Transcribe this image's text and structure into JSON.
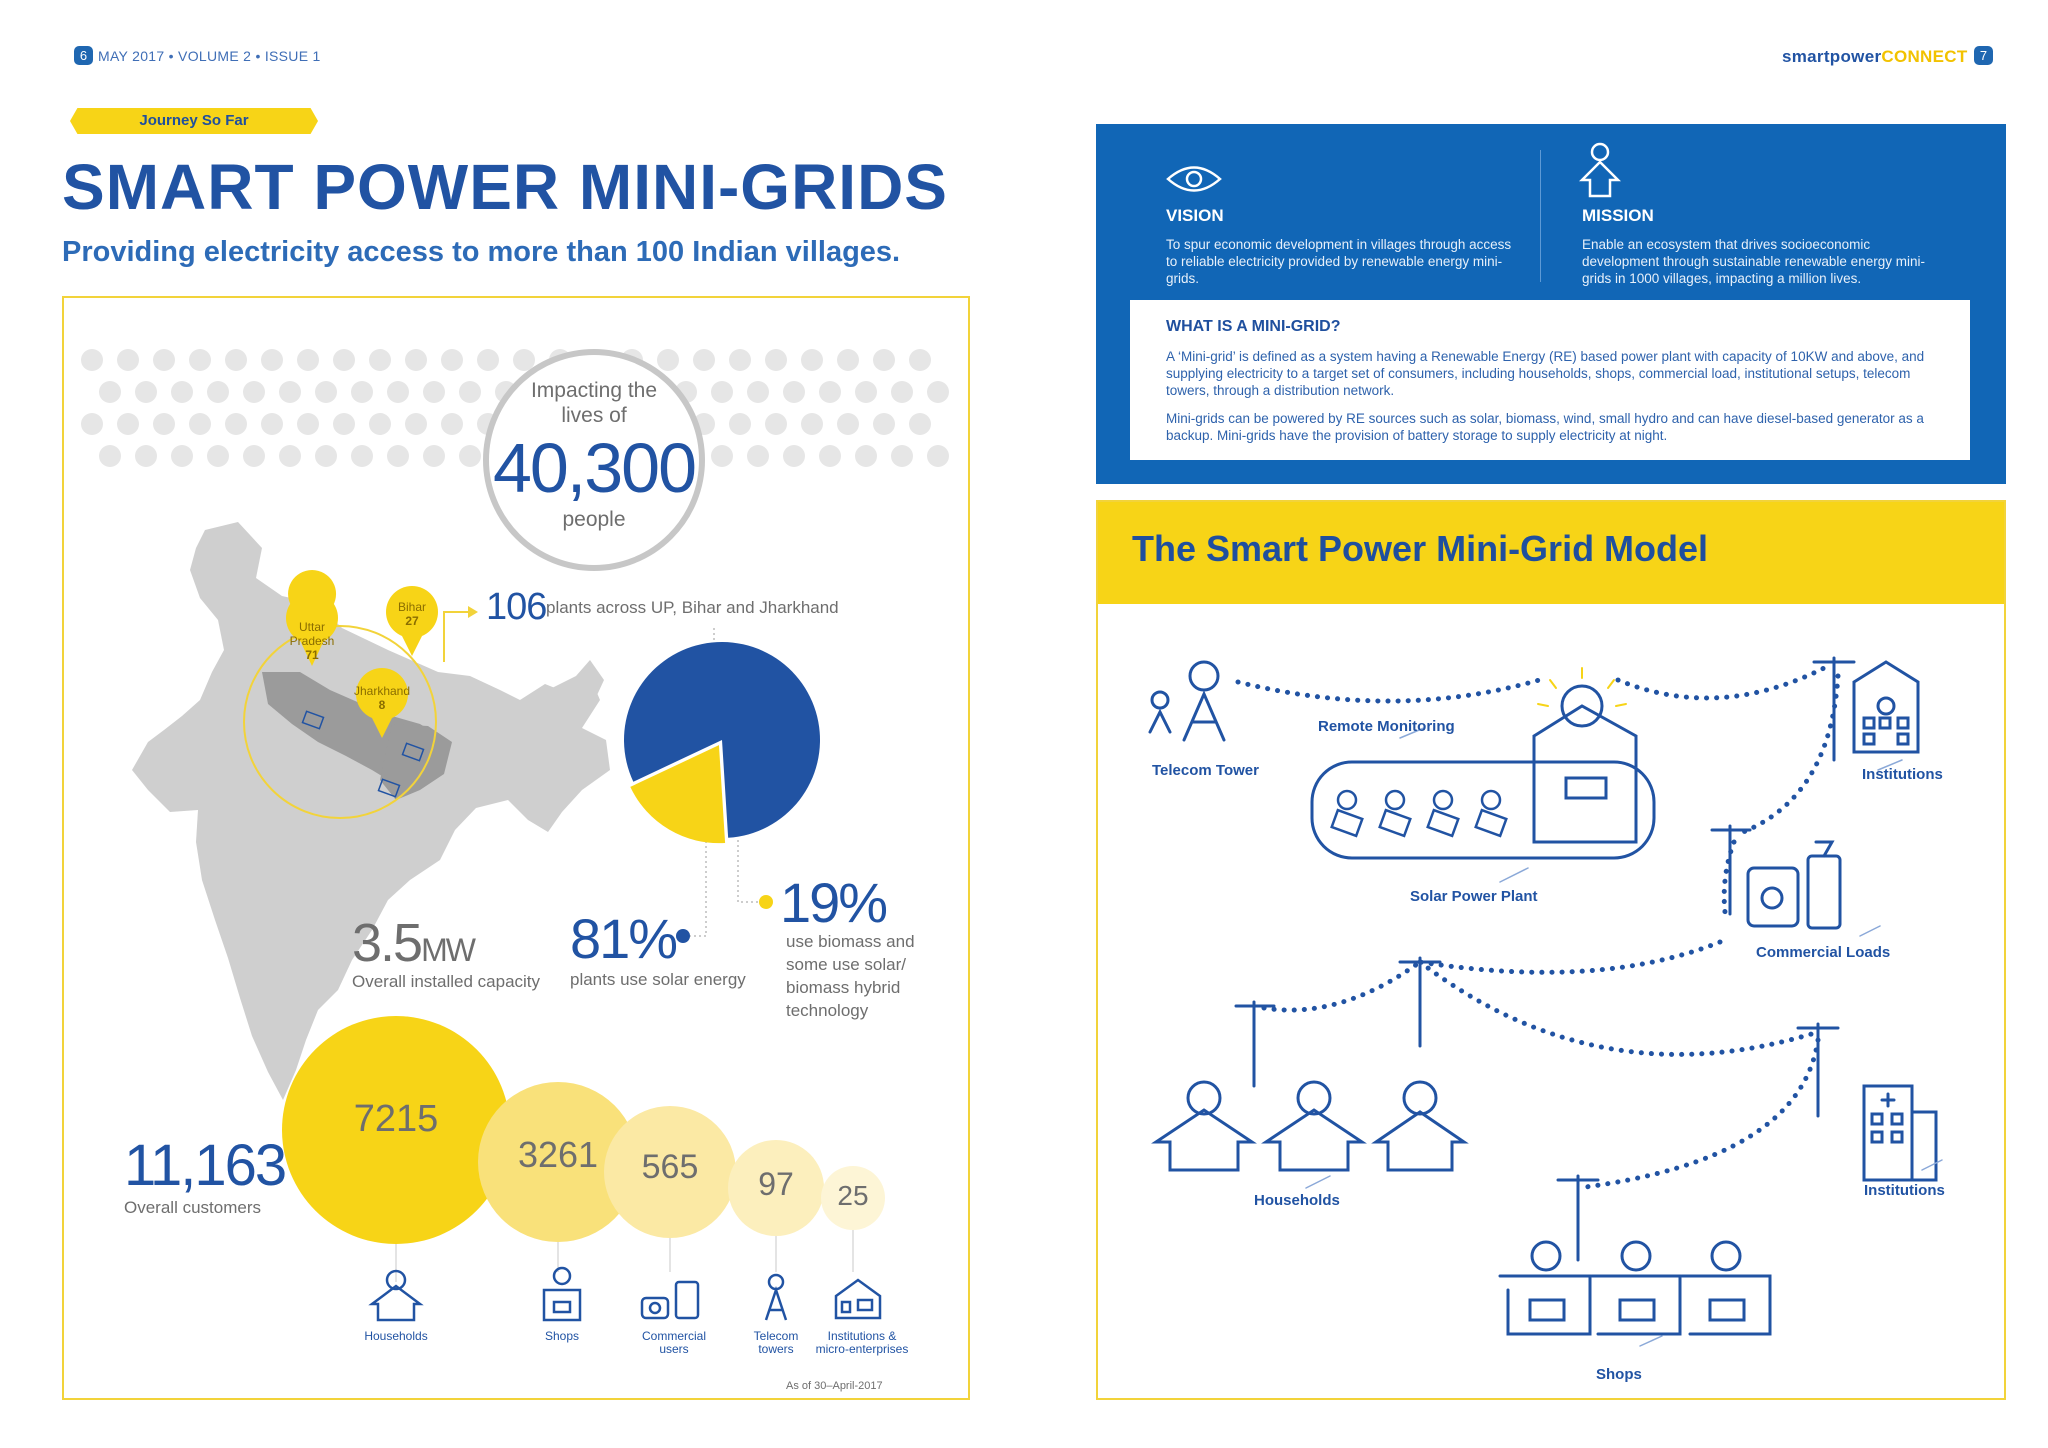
{
  "header": {
    "left_page_number": "6",
    "issue_line": "MAY 2017 • VOLUME 2 • ISSUE 1",
    "brand_part1": "smartpower",
    "brand_part2": "CONNECT",
    "right_page_number": "7"
  },
  "left": {
    "tag": "Journey So Far",
    "title": "SMART POWER MINI-GRIDS",
    "subtitle": "Providing electricity access to more than 100 Indian villages.",
    "impact": {
      "line1": "Impacting the",
      "line2": "lives of",
      "number": "40,300",
      "line3": "people"
    },
    "states": [
      {
        "name_l1": "Uttar",
        "name_l2": "Pradesh",
        "count": "71"
      },
      {
        "name_l1": "Bihar",
        "name_l2": "",
        "count": "27"
      },
      {
        "name_l1": "Jharkhand",
        "name_l2": "",
        "count": "8"
      }
    ],
    "plants": {
      "number": "106",
      "text": "plants across UP, Bihar and Jharkhand"
    },
    "capacity": {
      "number": "3.5",
      "unit": "MW",
      "text": "Overall installed capacity"
    },
    "solar": {
      "percent": "81%",
      "text": "plants use solar energy"
    },
    "biomass": {
      "percent": "19%",
      "text_l1": "use biomass and",
      "text_l2": "some use solar/",
      "text_l3": "biomass hybrid",
      "text_l4": "technology"
    },
    "customers": {
      "number": "11,163",
      "text": "Overall customers"
    },
    "segments": [
      {
        "value": "7215",
        "label_l1": "Households",
        "label_l2": ""
      },
      {
        "value": "3261",
        "label_l1": "Shops",
        "label_l2": ""
      },
      {
        "value": "565",
        "label_l1": "Commercial",
        "label_l2": "users"
      },
      {
        "value": "97",
        "label_l1": "Telecom",
        "label_l2": "towers"
      },
      {
        "value": "25",
        "label_l1": "Institutions &",
        "label_l2": "micro-enterprises"
      }
    ],
    "as_of": "As of 30–April-2017"
  },
  "chart_data": {
    "type": "pie",
    "categories": [
      "plants use solar energy",
      "use biomass and some use solar/biomass hybrid technology"
    ],
    "values": [
      81,
      19
    ],
    "colors": [
      "#2153a3",
      "#f7d417"
    ]
  },
  "right": {
    "vision_title": "VISION",
    "vision_text": "To spur economic development in villages through access to reliable electricity provided by renewable energy mini-grids.",
    "mission_title": "MISSION",
    "mission_text": "Enable an ecosystem that drives socioeconomic development through sustainable renewable energy mini-grids in 1000 villages, impacting a million lives.",
    "what_title": "WHAT IS A MINI-GRID?",
    "what_p1": "A ‘Mini-grid’ is defined as a system having a Renewable Energy (RE) based power plant with capacity of 10KW and above, and supplying electricity to a target set of consumers, including households, shops, commercial load, institutional setups, telecom towers, through a distribution network.",
    "what_p2": "Mini-grids can be powered by RE sources such as solar, biomass, wind, small hydro and can have diesel-based generator as a backup. Mini-grids have the provision of battery storage to supply electricity at night.",
    "model_title": "The Smart Power Mini-Grid Model",
    "model_labels": {
      "telecom": "Telecom Tower",
      "remote": "Remote Monitoring",
      "solar_plant": "Solar Power Plant",
      "institutions_top": "Institutions",
      "commercial": "Commercial Loads",
      "households": "Households",
      "institutions_bottom": "Institutions",
      "shops": "Shops"
    }
  }
}
